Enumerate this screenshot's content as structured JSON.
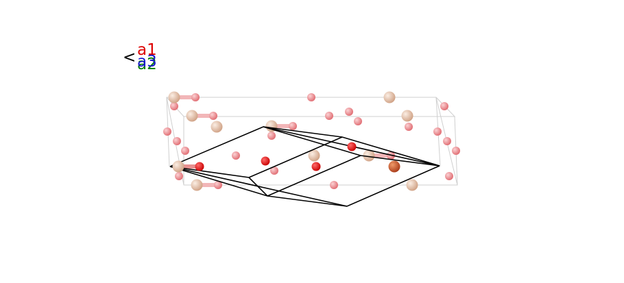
{
  "axes": {
    "a1": {
      "label": "a1",
      "color": "#dd0000"
    },
    "a2": {
      "label": "a2",
      "color": "#008000"
    },
    "a3": {
      "label": "a3",
      "color": "#1a1acc"
    },
    "axis_color": "#000000",
    "arrow_glyph": "<"
  },
  "colors": {
    "cell_edge": "#c8c8c8",
    "cell_edge_front": "#000000",
    "atom_oxygen": "#e8767a",
    "atom_oxygen_front": "#e00000",
    "atom_metal_light": "#e2b89c",
    "atom_metal_dark": "#c0502a",
    "bond": "#f0a0a0",
    "background": "#ffffff"
  }
}
